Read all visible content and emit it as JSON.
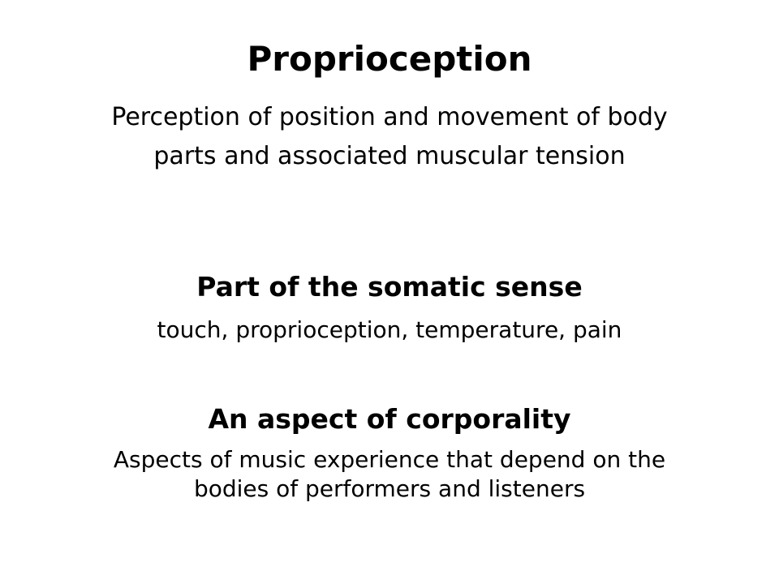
{
  "slide": {
    "title": "Proprioception",
    "definition_lines": [
      "Perception of position and movement of body",
      "parts and associated muscular tension"
    ],
    "sections": [
      {
        "heading": "Part of the somatic sense",
        "detail_lines": [
          "touch, proprioception, temperature, pain"
        ]
      },
      {
        "heading": "An aspect of corporality",
        "detail_lines": [
          "Aspects of music experience that depend on the",
          "bodies of performers and listeners"
        ]
      }
    ]
  }
}
